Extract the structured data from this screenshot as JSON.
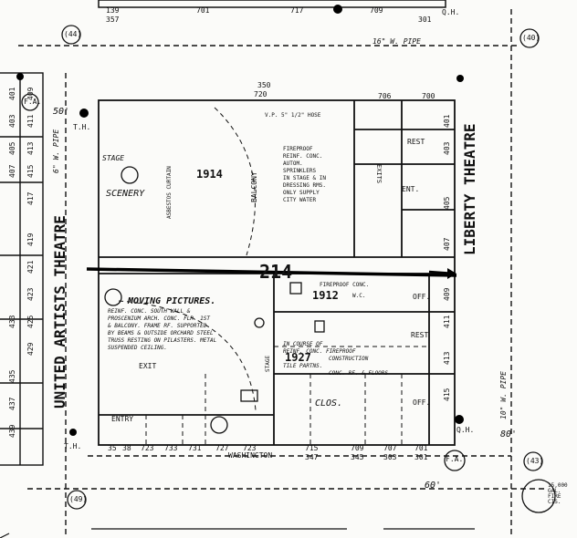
{
  "map": {
    "theatre_top": "LIBERTY THEATRE",
    "theatre_left": "UNITED ARTISTS THEATRE",
    "block_number": "214",
    "years": {
      "main": "1914",
      "mid": "1912",
      "construction": "1927"
    },
    "block_labels": {
      "n40": "(40)",
      "n44": "(44)",
      "n49": "(49)",
      "n43": "(43)",
      "fa1": "F.A.",
      "fa2": "F.A.",
      "pipe_top": "16\" W. PIPE",
      "pipe_right": "10\" W. PIPE",
      "pipe_left_small": "6\" W. PIPE",
      "th_left": "T.H.",
      "th_bottom_left": "T.H.",
      "qh1": "Q.H.",
      "qh2": "Q.H.",
      "street_50": "50'",
      "street_60": "60'",
      "street_80": "80'"
    },
    "notes": {
      "stage": "STAGE",
      "scenery": "SCENERY",
      "balcony": "BALCONY",
      "fireproof": [
        "FIREPROOF",
        "REINF. CONC.",
        "AUTOM.",
        "SPRINKLERS",
        "IN STAGE & IN",
        "DRESSING RMS.",
        "ONLY SUPPLY",
        "CITY WATER"
      ],
      "moving_pictures": "MOVING PICTURES.",
      "mp_details": [
        "REINF. CONC. SOUTH WALL &",
        "PROSCENIUM ARCH. CONC. FLR. 1ST",
        "& BALCONY. FRAME RF. SUPPORTED",
        "BY BEAMS & OUTSIDE ORCHARD STEEL",
        "TRUSS RESTING ON PILASTERS. METAL",
        "SUSPENDED CEILING."
      ],
      "in_course": [
        "IN COURSE OF",
        "REINF. CONC. FIREPROOF",
        "CONSTRUCTION",
        "TILE PARTNS.",
        "CONC. RF. & FLOORS"
      ],
      "clos": "CLOS.",
      "rest1": "REST",
      "rest2": "REST",
      "ent": "ENT.",
      "off1": "OFF.",
      "off2": "OFF.",
      "entry": "ENTRY",
      "exit": "EXIT",
      "fireproof_conc": "FIREPROOF CONC.",
      "wc": "W.C.",
      "stage_two": "STAGE",
      "sprinkler": "V.P. 5\" 1/2\" HOSE",
      "exits_vert": "EXITS",
      "scr_vert": "ASBESTOS CURTAIN"
    },
    "address_numbers": {
      "top_row": [
        "139",
        "357",
        "701",
        "717",
        "709",
        "301"
      ],
      "upper_row": [
        "350",
        "720",
        "706",
        "700"
      ],
      "bottom_row": [
        "35",
        "38",
        "723",
        "733",
        "731",
        "727",
        "723",
        "715",
        "347",
        "709",
        "345",
        "707",
        "303",
        "701",
        "301"
      ],
      "right_col": [
        "401",
        "403",
        "405",
        "407",
        "409",
        "411",
        "413",
        "415"
      ],
      "left_col": [
        "401",
        "403",
        "405",
        "407",
        "409",
        "411",
        "413",
        "415",
        "417",
        "419",
        "421",
        "423",
        "425",
        "429",
        "433",
        "435",
        "437",
        "439"
      ]
    },
    "street_names": {
      "bottom": "WASHINGTON"
    },
    "bottom_right": "15,000 GAL. FIRE CIS."
  }
}
